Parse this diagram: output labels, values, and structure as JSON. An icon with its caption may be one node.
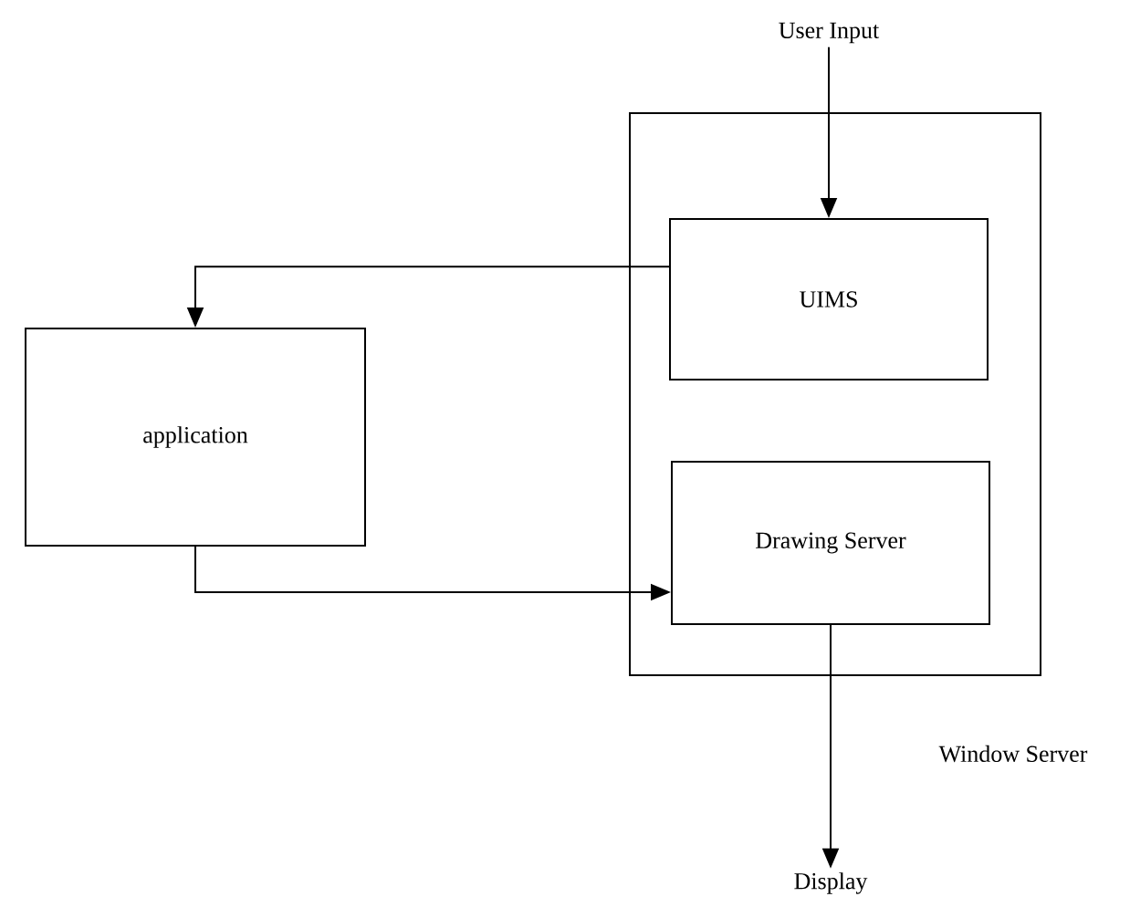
{
  "diagram": {
    "nodes": [
      {
        "text": [
          "User Input"
        ]
      },
      {
        "text": [
          "Window Server"
        ]
      },
      {
        "text": [
          "UIMS"
        ],
        "in": 1
      },
      {
        "text": [
          "Drawing Server"
        ],
        "in": 1
      },
      {
        "text": [
          "application"
        ]
      },
      {
        "text": [
          "Display"
        ]
      }
    ],
    "edges": [
      {
        "from": 0,
        "to": 2,
        "arrow": "to"
      },
      {
        "from": 2,
        "to": 4,
        "arrow": "to"
      },
      {
        "from": 4,
        "to": 3,
        "arrow": "to"
      },
      {
        "from": 3,
        "to": 5,
        "arrow": "to"
      }
    ]
  }
}
